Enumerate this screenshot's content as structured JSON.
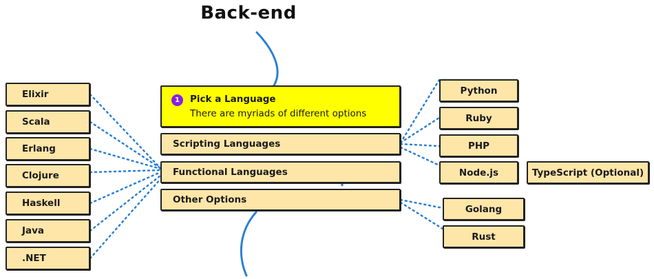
{
  "title": "Back-end",
  "highlight": {
    "badge": "1",
    "title": "Pick a Language",
    "subtitle": "There are myriads of different options"
  },
  "sections": {
    "scripting": "Scripting Languages",
    "functional": "Functional Languages",
    "other": "Other Options"
  },
  "functional_languages": [
    "Elixir",
    "Scala",
    "Erlang",
    "Clojure",
    "Haskell",
    "Java",
    ".NET"
  ],
  "scripting_languages": [
    "Python",
    "Ruby",
    "PHP",
    "Node.js"
  ],
  "node_extra": "TypeScript (Optional)",
  "other_options": [
    "Golang",
    "Rust"
  ],
  "colors": {
    "node_fill": "#fde6a8",
    "highlight_fill": "#ffff00",
    "badge": "#8b1ee3",
    "connector": "#2a7fd4",
    "border": "#222222"
  }
}
